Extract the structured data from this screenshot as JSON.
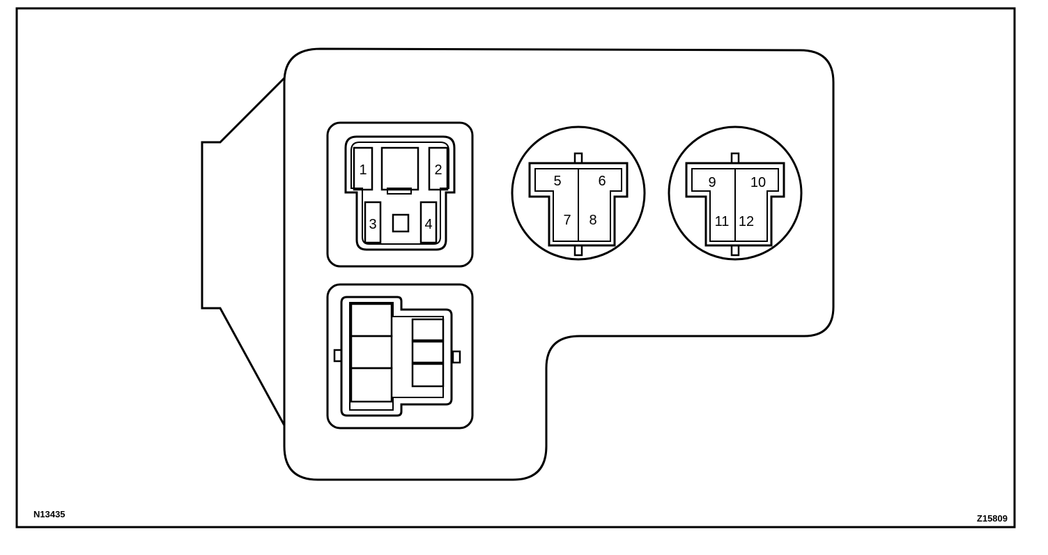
{
  "codes": {
    "left": "N13435",
    "right": "Z15809"
  },
  "connectors": {
    "relay": {
      "pins": [
        "1",
        "2",
        "3",
        "4"
      ]
    },
    "round_a": {
      "pins": [
        "5",
        "6",
        "7",
        "8"
      ]
    },
    "round_b": {
      "pins": [
        "9",
        "10",
        "11",
        "12"
      ]
    }
  },
  "colors": {
    "line": "#000000",
    "background": "#ffffff"
  }
}
